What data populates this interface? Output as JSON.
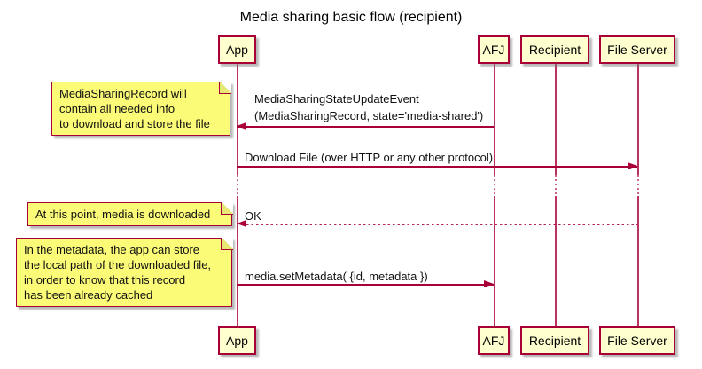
{
  "title": "Media sharing basic flow (recipient)",
  "participants": [
    {
      "id": "app",
      "label": "App"
    },
    {
      "id": "afj",
      "label": "AFJ"
    },
    {
      "id": "recipient",
      "label": "Recipient"
    },
    {
      "id": "file-server",
      "label": "File Server"
    }
  ],
  "messages": [
    {
      "from": "AFJ",
      "to": "App",
      "line_style": "solid",
      "direction": "left",
      "lines": [
        "MediaSharingStateUpdateEvent",
        "(MediaSharingRecord, state='media-shared')"
      ]
    },
    {
      "from": "App",
      "to": "File Server",
      "line_style": "solid",
      "direction": "right",
      "lines": [
        "Download File (over HTTP or any other protocol)"
      ]
    },
    {
      "from": "File Server",
      "to": "App",
      "line_style": "dashed",
      "direction": "left",
      "lines": [
        "OK"
      ]
    },
    {
      "from": "App",
      "to": "AFJ",
      "line_style": "solid",
      "direction": "right",
      "lines": [
        "media.setMetadata( {id, metadata })"
      ]
    }
  ],
  "notes": [
    {
      "anchor": "App",
      "lines": [
        "MediaSharingRecord will",
        "contain all needed info",
        "to download and store the file"
      ]
    },
    {
      "anchor": "App",
      "lines": [
        "At this point, media is downloaded"
      ]
    },
    {
      "anchor": "App",
      "lines": [
        "In the metadata, the app can store",
        "the local path of the downloaded file,",
        "in order to know that this record",
        "has been already cached"
      ]
    }
  ],
  "colors": {
    "background": "#FFFFFF",
    "participant_fill": "#FEFECE",
    "note_fill": "#FBFB77",
    "border": "#A80036",
    "line": "#A80036",
    "text": "#000000"
  }
}
